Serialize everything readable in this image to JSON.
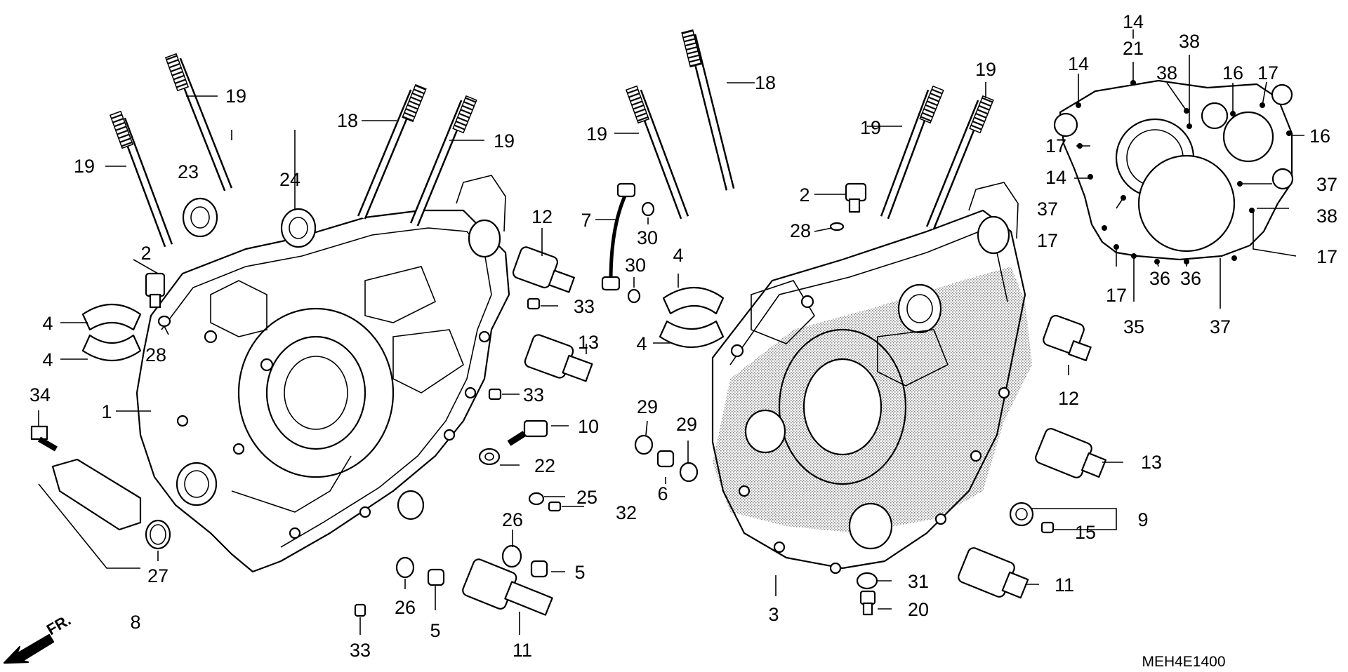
{
  "diagram_code": "MEH4E1400",
  "front_marker": "FR.",
  "callouts_left": [
    "19",
    "19",
    "23",
    "24",
    "18",
    "19",
    "12",
    "2",
    "4",
    "4",
    "28",
    "33",
    "13",
    "33",
    "1",
    "34",
    "10",
    "22",
    "25",
    "32",
    "26",
    "5",
    "8",
    "27",
    "26",
    "5",
    "11",
    "33"
  ],
  "callouts_center": [
    "18",
    "19",
    "19",
    "7",
    "30",
    "30",
    "4",
    "4",
    "2",
    "28",
    "29",
    "29",
    "6",
    "3",
    "31",
    "20",
    "12",
    "13",
    "9",
    "15",
    "11"
  ],
  "callouts_right": [
    "14",
    "21",
    "38",
    "14",
    "38",
    "16",
    "17",
    "16",
    "17",
    "14",
    "37",
    "37",
    "38",
    "17",
    "17",
    "17",
    "36",
    "36",
    "35",
    "37"
  ],
  "colors": {
    "line": "#000000",
    "background": "#ffffff",
    "stipple": "#9a9a9a"
  }
}
